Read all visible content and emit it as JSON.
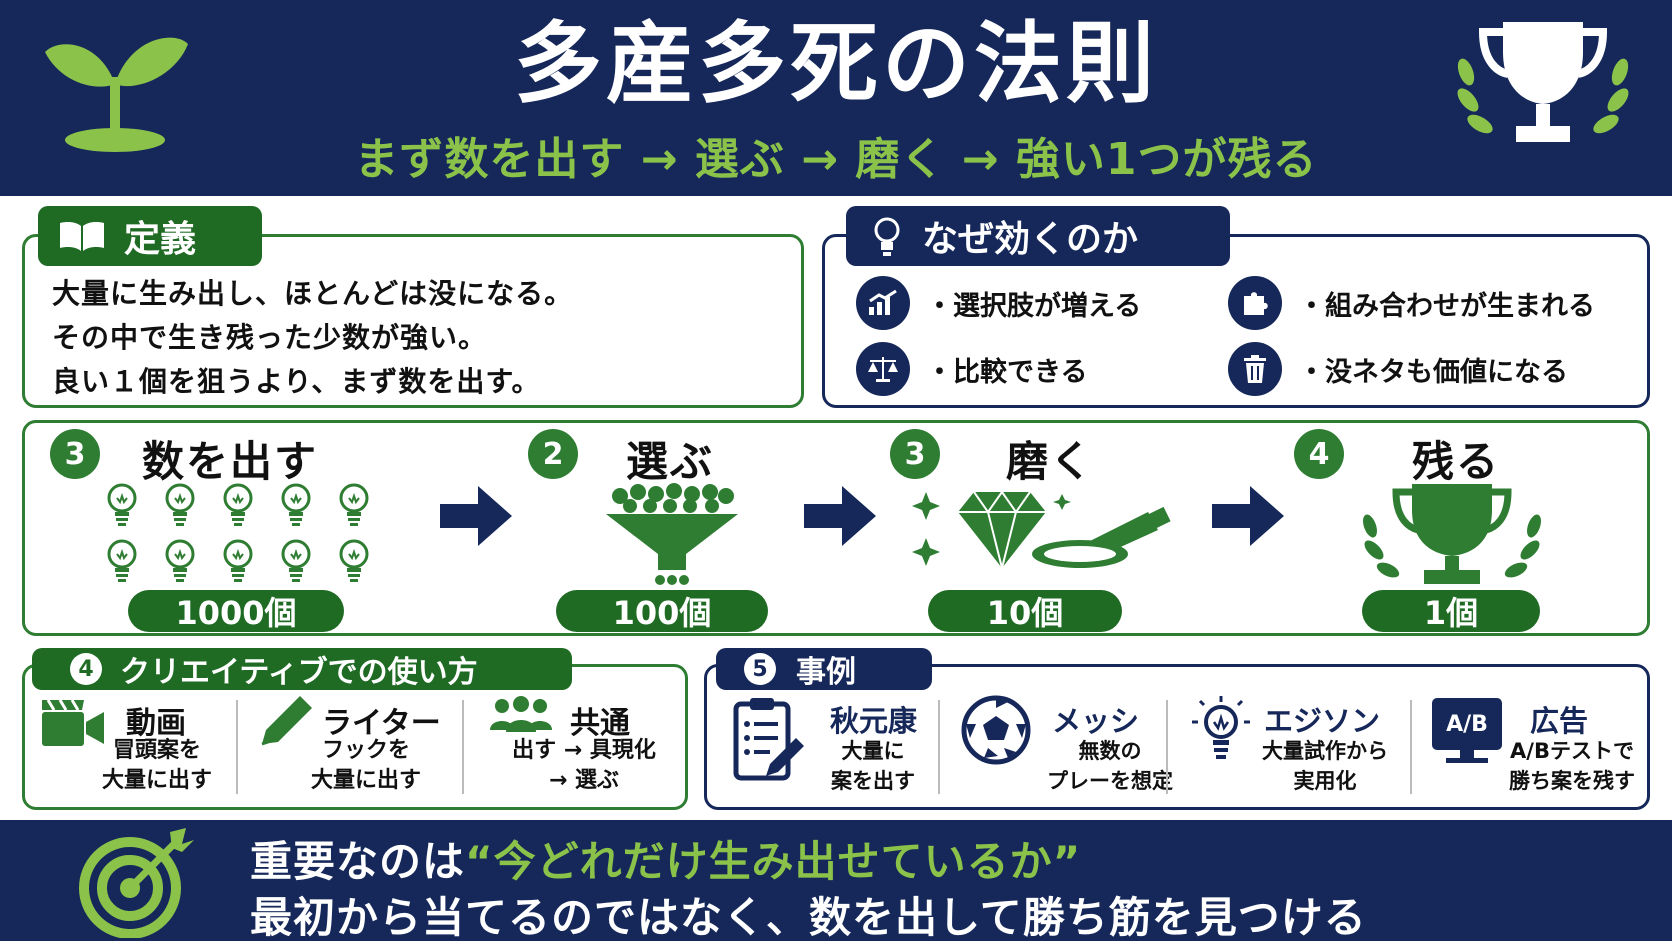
{
  "header": {
    "title": "多産多死の法則",
    "subtitle": "まず数を出す → 選ぶ → 磨く → 強い1つが残る"
  },
  "definition": {
    "title": "定義",
    "lines": [
      "大量に生み出し、ほとんどは没になる。",
      "その中で生き残った少数が強い。",
      "良い１個を狙うより、まず数を出す。"
    ]
  },
  "why": {
    "title": "なぜ効くのか",
    "items": [
      {
        "label": "・選択肢が増える",
        "icon": "growth-chart-icon"
      },
      {
        "label": "・組み合わせが生まれる",
        "icon": "puzzle-icon"
      },
      {
        "label": "・比較できる",
        "icon": "scales-icon"
      },
      {
        "label": "・没ネタも価値になる",
        "icon": "trash-icon"
      }
    ]
  },
  "process": {
    "steps": [
      {
        "num": "3",
        "label": "数を出す",
        "count": "1000個"
      },
      {
        "num": "2",
        "label": "選ぶ",
        "count": "100個"
      },
      {
        "num": "3",
        "label": "磨く",
        "count": "10個"
      },
      {
        "num": "4",
        "label": "残る",
        "count": "1個"
      }
    ]
  },
  "creative": {
    "num": "4",
    "title": "クリエイティブでの使い方",
    "columns": [
      {
        "title": "動画",
        "line1": "冒頭案を",
        "line2": "大量に出す"
      },
      {
        "title": "ライター",
        "line1": "フックを",
        "line2": "大量に出す"
      },
      {
        "title": "共通",
        "line1": "出す → 具現化",
        "line2": "→ 選ぶ"
      }
    ]
  },
  "examples": {
    "num": "5",
    "title": "事例",
    "items": [
      {
        "title": "秋元康",
        "line1": "大量に",
        "line2": "案を出す"
      },
      {
        "title": "メッシ",
        "line1": "無数の",
        "line2": "プレーを想定"
      },
      {
        "title": "エジソン",
        "line1": "大量試作から",
        "line2": "実用化"
      },
      {
        "title": "広告",
        "line1": "A/Bテストで",
        "line2": "勝ち案を残す",
        "badge": "A/B"
      }
    ]
  },
  "footer": {
    "line1_prefix": "重要なのは",
    "line1_highlight": "“今どれだけ生み出せているか”",
    "line2": "最初から当てるのではなく、数を出して勝ち筋を見つける"
  },
  "colors": {
    "navy": "#16285a",
    "green": "#2e7d32",
    "light_green": "#8bc34a"
  }
}
